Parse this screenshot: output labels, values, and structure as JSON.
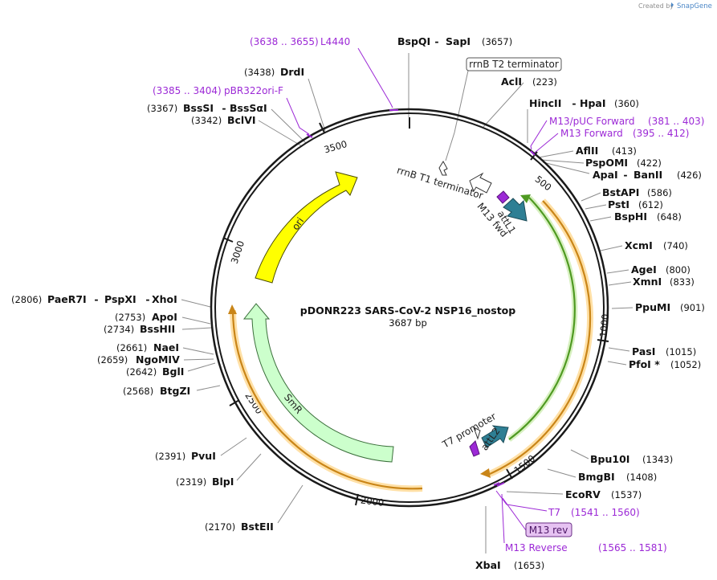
{
  "brand": {
    "created_by": "Created by",
    "name": "SnapGene"
  },
  "plasmid": {
    "name": "pDONR223 SARS-CoV-2 NSP16_nostop",
    "length": "3687 bp"
  },
  "ticks": [
    "500",
    "1000",
    "1500",
    "2000",
    "2500",
    "3000",
    "3500"
  ],
  "enzymes": [
    {
      "name": "BspQI",
      "name2": "SapI",
      "pos": "(3657)"
    },
    {
      "name": "AclI",
      "pos": "(223)"
    },
    {
      "name": "HincII",
      "name2": "HpaI",
      "pos": "(360)"
    },
    {
      "name": "AflII",
      "pos": "(413)"
    },
    {
      "name": "PspOMI",
      "pos": "(422)"
    },
    {
      "name": "ApaI",
      "name2": "BanII",
      "pos": "(426)"
    },
    {
      "name": "BstAPI",
      "pos": "(586)"
    },
    {
      "name": "PstI",
      "pos": "(612)"
    },
    {
      "name": "BspHI",
      "pos": "(648)"
    },
    {
      "name": "XcmI",
      "pos": "(740)"
    },
    {
      "name": "AgeI",
      "pos": "(800)"
    },
    {
      "name": "XmnI",
      "pos": "(833)"
    },
    {
      "name": "PpuMI",
      "pos": "(901)"
    },
    {
      "name": "PasI",
      "pos": "(1015)"
    },
    {
      "name": "PfoI *",
      "pos": "(1052)"
    },
    {
      "name": "Bpu10I",
      "pos": "(1343)"
    },
    {
      "name": "BmgBI",
      "pos": "(1408)"
    },
    {
      "name": "EcoRV",
      "pos": "(1537)"
    },
    {
      "name": "XbaI",
      "pos": "(1653)"
    },
    {
      "name": "BstEII",
      "pos": "(2170)"
    },
    {
      "name": "BlpI",
      "pos": "(2319)"
    },
    {
      "name": "PvuI",
      "pos": "(2391)"
    },
    {
      "name": "BtgZI",
      "pos": "(2568)"
    },
    {
      "name": "BglI",
      "pos": "(2642)"
    },
    {
      "name": "NgoMIV",
      "pos": "(2659)"
    },
    {
      "name": "NaeI",
      "pos": "(2661)"
    },
    {
      "name": "BssHII",
      "pos": "(2734)"
    },
    {
      "name": "ApoI",
      "pos": "(2753)"
    },
    {
      "name": "PaeR7I",
      "name2": "PspXI",
      "name3": "XhoI",
      "pos": "(2806)"
    },
    {
      "name": "BclVI",
      "pos": "(3342)"
    },
    {
      "name": "BssSI",
      "name2": "BssSαI",
      "pos": "(3367)"
    },
    {
      "name": "DrdI",
      "pos": "(3438)"
    }
  ],
  "primers": [
    {
      "name": "L4440",
      "range": "(3638 .. 3655)"
    },
    {
      "name": "pBR322ori-F",
      "range": "(3385 .. 3404)"
    },
    {
      "name": "M13/pUC Forward",
      "range": "(381 .. 403)"
    },
    {
      "name": "M13 Forward",
      "range": "(395 .. 412)"
    },
    {
      "name": "T7",
      "range": "(1541 .. 1560)"
    },
    {
      "name": "M13 rev"
    },
    {
      "name": "M13 Reverse",
      "range": "(1565 .. 1581)"
    }
  ],
  "features": {
    "ori": "ori",
    "smr": "SmR",
    "rrnb_t2": "rrnB T2 terminator",
    "rrnb_t1": "rrnB T1 terminator",
    "m13_fwd": "M13 fwd",
    "attl1": "attL1",
    "attl2": "attL2",
    "t7_promoter": "T7 promoter"
  },
  "colors": {
    "backbone": "#1a1a1a",
    "primer": "#9c29d6",
    "ori": "#ffff00",
    "smr": "#ccffcc",
    "att": "#2e7f94",
    "orange_arc": "#d68a1e",
    "green_arc": "#4f9a22"
  }
}
